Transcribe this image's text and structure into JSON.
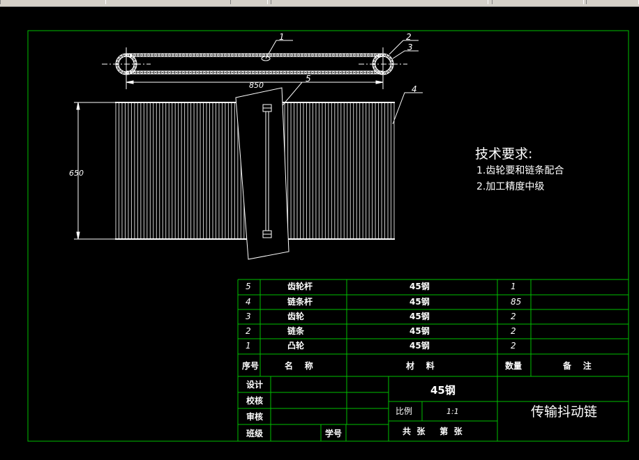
{
  "window": {
    "toolbar_segments": [
      "",
      "",
      "",
      "",
      ""
    ]
  },
  "colors": {
    "background": "#000000",
    "frame": "#00c000",
    "drawing": "#ffffff",
    "table_lines": "#00c000",
    "table_text": "#ffffff"
  },
  "drawing": {
    "balloons": [
      "1",
      "2",
      "3",
      "4",
      "5"
    ],
    "dim_horizontal": "850",
    "dim_vertical": "650",
    "slat_count": 90
  },
  "tech_requirements": {
    "title": "技术要求:",
    "lines": [
      "1.齿轮要和链条配合",
      "2.加工精度中级"
    ]
  },
  "parts_list": {
    "rows": [
      {
        "no": "5",
        "name": "齿轮杆",
        "material": "45钢",
        "qty": "1",
        "note": ""
      },
      {
        "no": "4",
        "name": "链条杆",
        "material": "45钢",
        "qty": "85",
        "note": ""
      },
      {
        "no": "3",
        "name": "齿轮",
        "material": "45钢",
        "qty": "2",
        "note": ""
      },
      {
        "no": "2",
        "name": "链条",
        "material": "45钢",
        "qty": "2",
        "note": ""
      },
      {
        "no": "1",
        "name": "凸轮",
        "material": "45钢",
        "qty": "2",
        "note": ""
      }
    ],
    "header": {
      "no": "序号",
      "name": "名    称",
      "material": "材    料",
      "qty": "数量",
      "note": "备    注"
    }
  },
  "title_block": {
    "design": "设计",
    "check": "校核",
    "review": "审核",
    "class": "班级",
    "student_no": "学号",
    "material": "45钢",
    "scale_label": "比例",
    "scale_value": "1:1",
    "sheets": "共  张     第  张",
    "title": "传输抖动链"
  }
}
